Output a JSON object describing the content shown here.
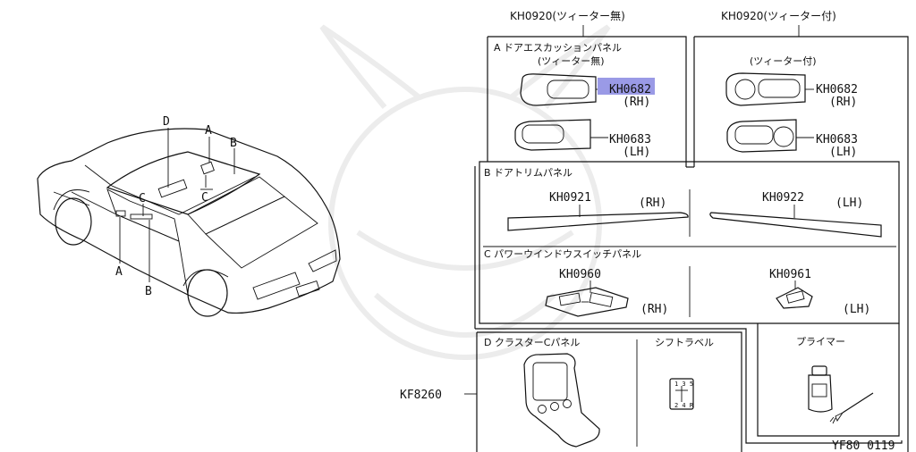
{
  "header": {
    "left_kit": "KH0920(ツィーター無)",
    "right_kit": "KH0920(ツィーター付)"
  },
  "section_a": {
    "title": "A ドアエスカッションパネル",
    "subtitle_left": "(ツィーター無)",
    "subtitle_right": "(ツィーター付)",
    "part_rh": "KH0682",
    "part_lh": "KH0683",
    "side_rh": "(RH)",
    "side_lh": "(LH)"
  },
  "section_b": {
    "title": "B ドアトリムパネル",
    "part_rh": "KH0921",
    "part_lh": "KH0922",
    "side_rh": "(RH)",
    "side_lh": "(LH)"
  },
  "section_c": {
    "title": "C パワーウインドウスイッチパネル",
    "part_rh": "KH0960",
    "part_lh": "KH0961",
    "side_rh": "(RH)",
    "side_lh": "(LH)"
  },
  "section_d": {
    "title": "D クラスターCパネル",
    "part": "KF8260",
    "shift_label_title": "シフトラベル",
    "shift_top": "1 3 5",
    "shift_bottom": "2 4 R",
    "primer_title": "プライマー"
  },
  "car_labels": {
    "a1": "A",
    "a2": "A",
    "b1": "B",
    "b2": "B",
    "c1": "C",
    "c2": "C",
    "d": "D"
  },
  "figure_code": "YF80 0119",
  "highlight_color": "#9a9ae6"
}
